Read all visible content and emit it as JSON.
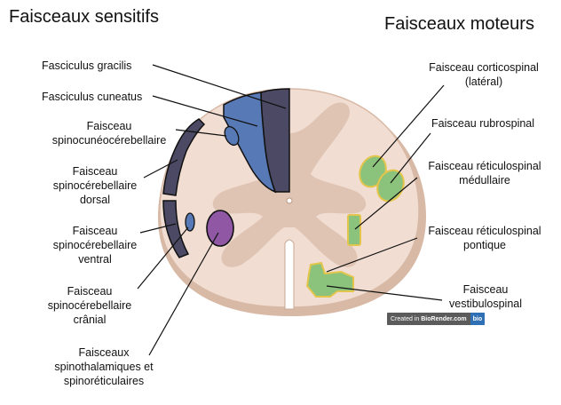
{
  "titles": {
    "sensory": "Faisceaux sensitifs",
    "motor": "Faisceaux  moteurs"
  },
  "left_labels": {
    "gracilis": "Fasciculus gracilis",
    "cuneatus": "Fasciculus cuneatus",
    "spinocuneo": [
      "Faisceau",
      "spinocunéocérebellaire"
    ],
    "dorsal": [
      "Faisceau",
      "spinocérebellaire",
      "dorsal"
    ],
    "ventral": [
      "Faisceau",
      "spinocérebellaire",
      "ventral"
    ],
    "cranial": [
      "Faisceau",
      "spinocérebellaire",
      "crânial"
    ],
    "spinothal": [
      "Faisceaux",
      "spinothalamiques et",
      "spinoréticulaires"
    ]
  },
  "right_labels": {
    "corticospinal": [
      "Faisceau corticospinal",
      "(latéral)"
    ],
    "rubrospinal": "Faisceau rubrospinal",
    "reticulo_med": [
      "Faisceau réticulospinal",
      "médullaire"
    ],
    "reticulo_pont": [
      "Faisceau réticulospinal",
      "pontique"
    ],
    "vestibulo": [
      "Faisceau",
      "vestibulospinal"
    ]
  },
  "badge": {
    "prefix": "Created in ",
    "brand": "BioRender.com",
    "logo": "bio"
  },
  "colors": {
    "cord_fill": "#f1ddd2",
    "cord_edge": "#d8b9a6",
    "grey_matter": "#e0c4b3",
    "dark_tract": "#4b4963",
    "blue_tract": "#5779b6",
    "purple_tract": "#8f57a4",
    "green_tract": "#8cc37c",
    "yellow_outline": "#e3c54b"
  }
}
